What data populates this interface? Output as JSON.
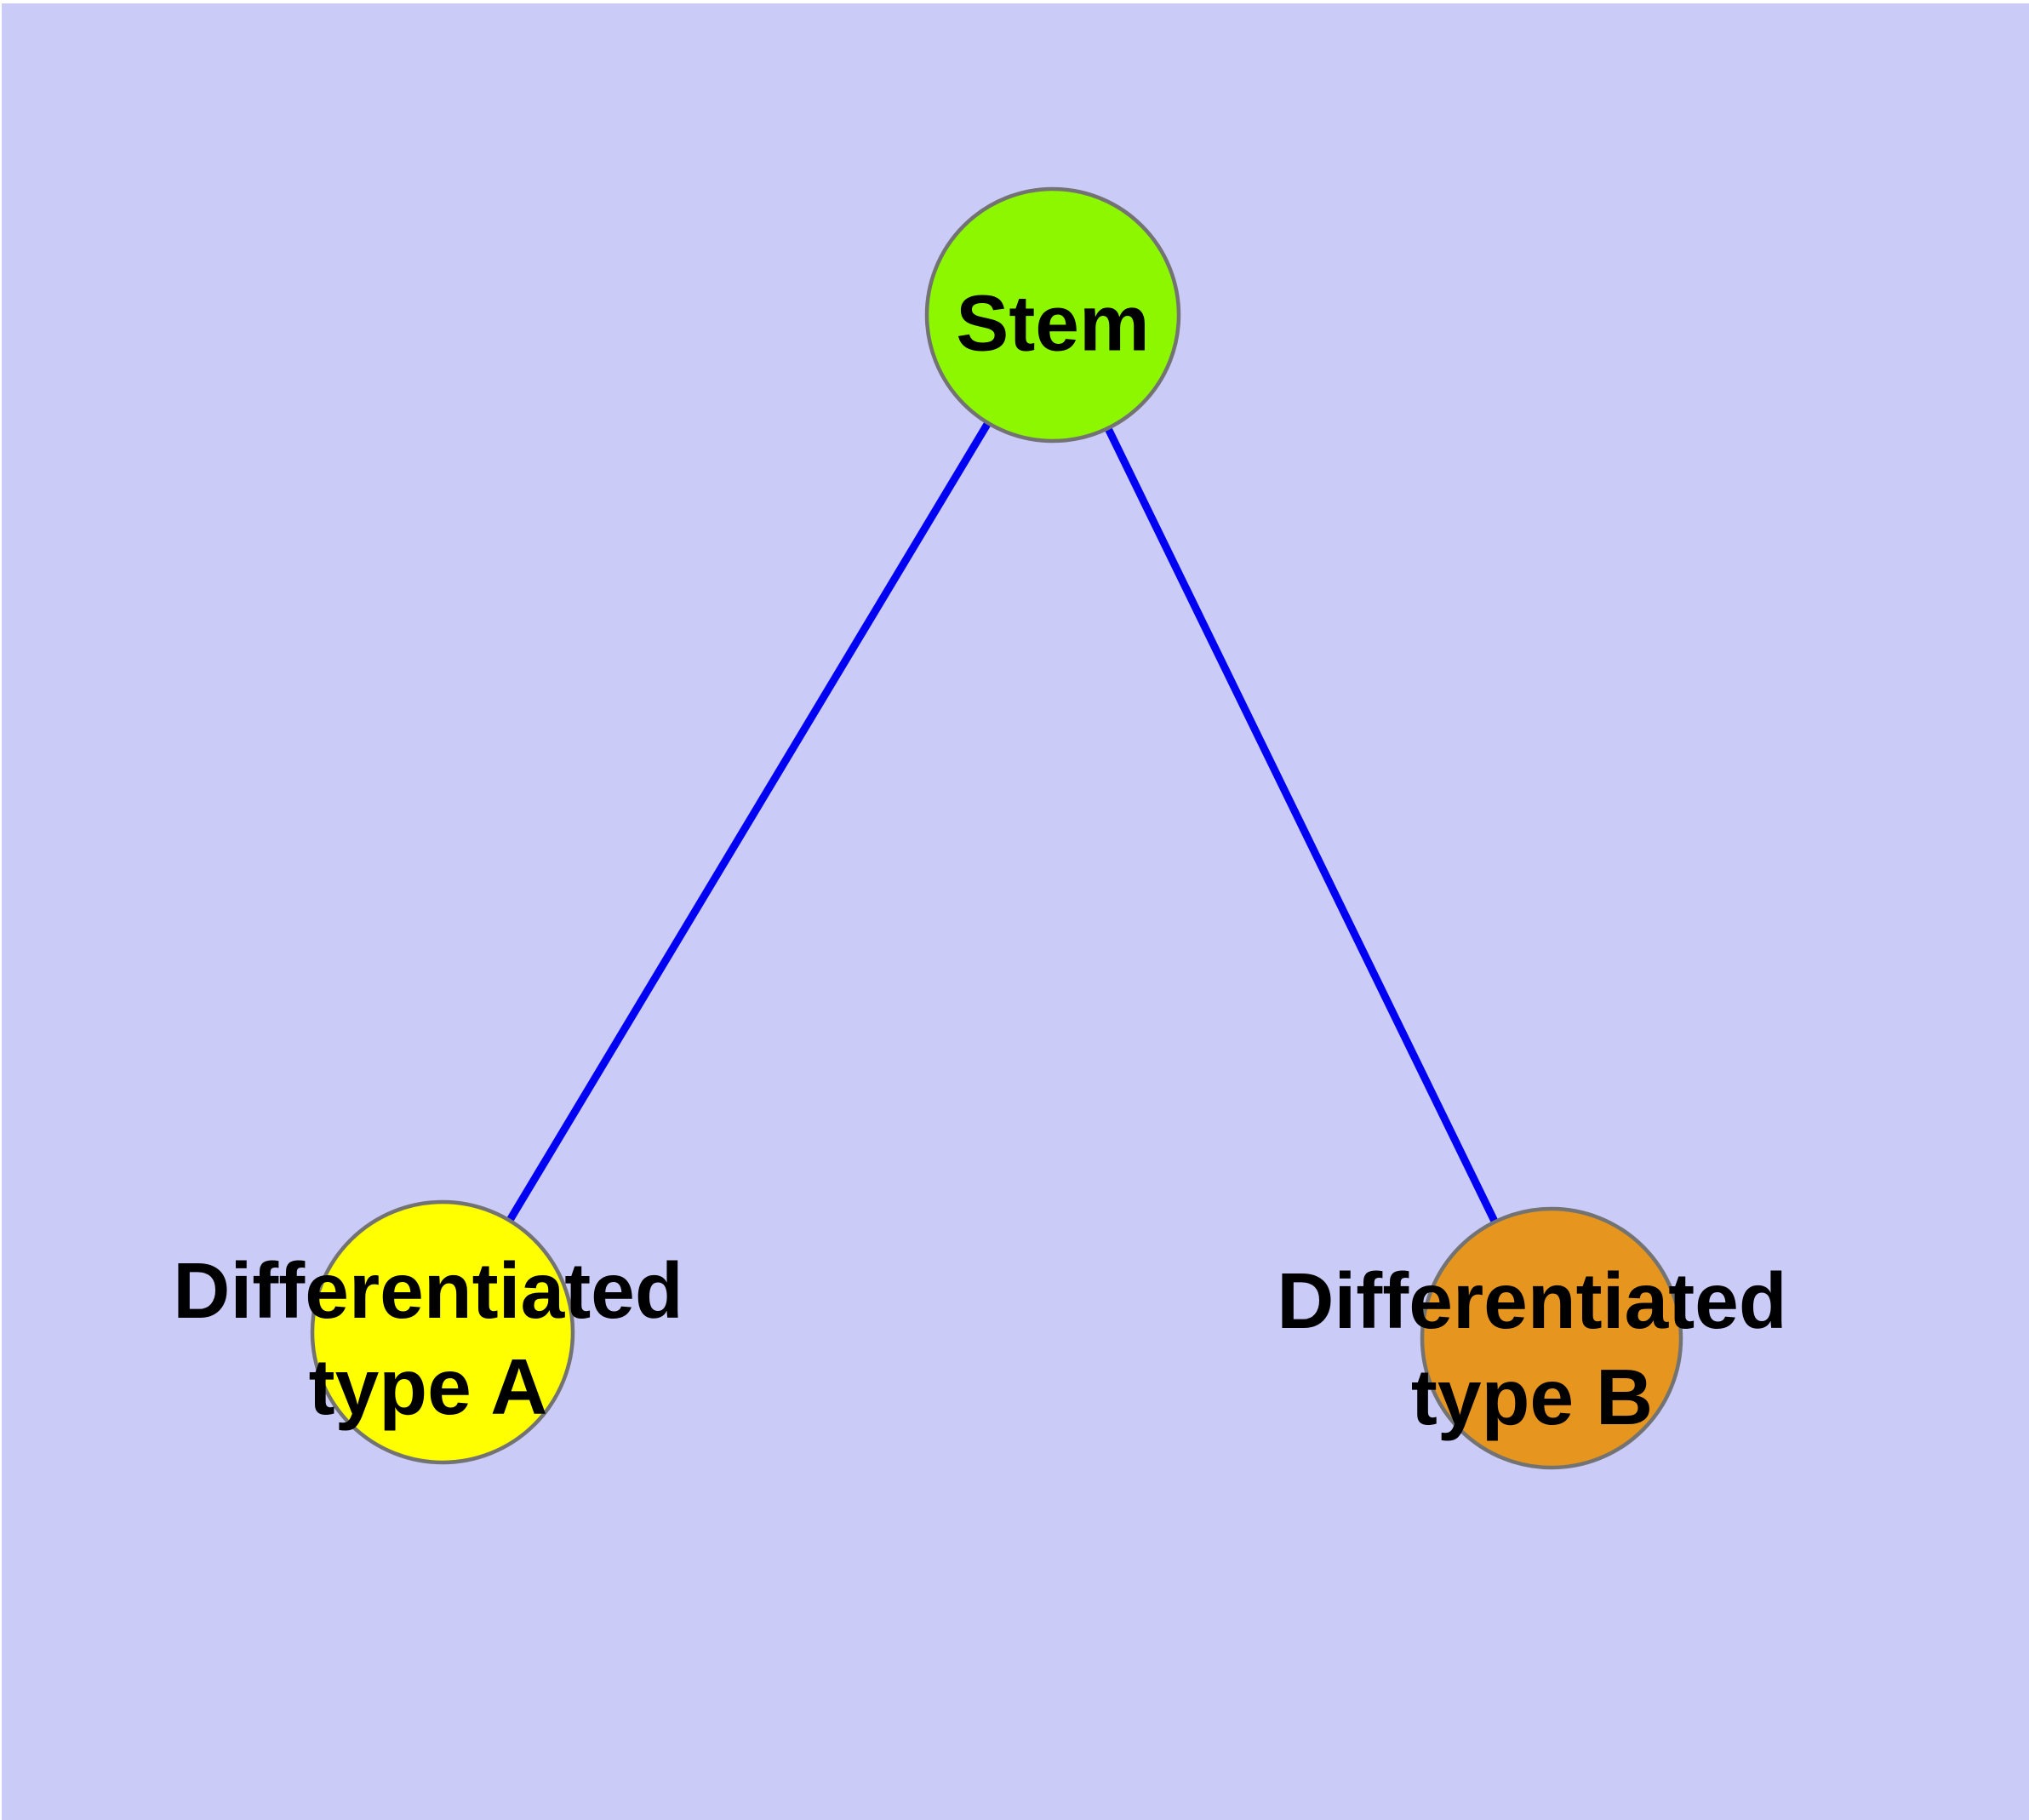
{
  "diagram": {
    "background_color": "#CBCBF7",
    "frame_color": "#FFFFFF",
    "edge_color": "#0202F2",
    "node_border_color": "#737373",
    "label_color": "#000000",
    "nodes": [
      {
        "id": "stem",
        "label_lines": [
          "Stem"
        ],
        "color": "#8DF700"
      },
      {
        "id": "differentiated-type-a",
        "label_lines": [
          "Differentiated",
          "type A"
        ],
        "color": "#FFFF00"
      },
      {
        "id": "differentiated-type-b",
        "label_lines": [
          "Differentiated",
          "type B"
        ],
        "color": "#E6961E"
      }
    ],
    "edges": [
      {
        "from": "Stem",
        "to": "Differentiated type A"
      },
      {
        "from": "Stem",
        "to": "Differentiated type B"
      }
    ]
  }
}
